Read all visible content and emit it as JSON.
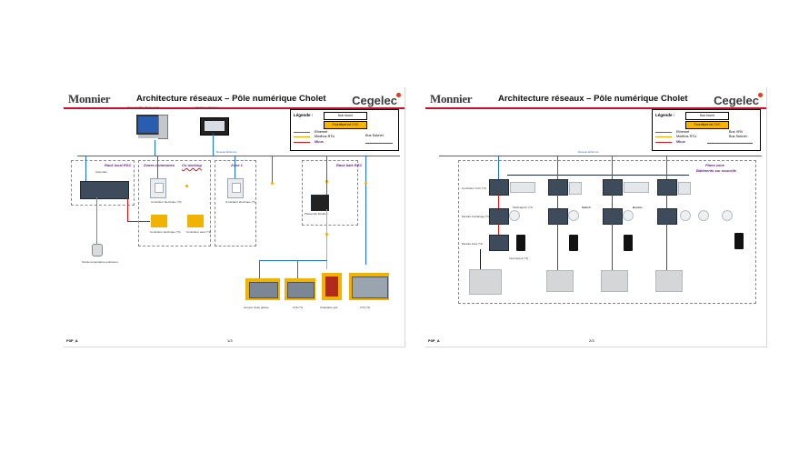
{
  "slides": [
    {
      "logo_left": "Monnier",
      "logo_right": "Cegelec",
      "title": "Architecture réseaux – Pôle numérique Cholet",
      "legend": {
        "title": "Légende :",
        "item_network": "Non fourni",
        "item_vrv": "Fourniture lot CVC",
        "ethernet": "Ethernet",
        "modbus": "Modbus RTU",
        "bus_subnet": "Bus Subnet",
        "mbus": "Mbus"
      },
      "labels": {
        "pc": "Serveur GTC / Poste local",
        "hmi": "Interface utilisateur",
        "ethernet_bus": "Réseau Ethernet",
        "rack": "Automate",
        "zone_bus": "Rack local RSC",
        "zone_common": "Zones communes",
        "zone_cowork": "Co working",
        "zone_1": "Zone 1",
        "ctl_a": "Contrôleur électrique (*4)",
        "ctl_b": "Contrôleur électrique (*1)",
        "ctl_c": "Contrôleur électrique (*4)",
        "ctl_d": "Contrôleur eaux (*4)",
        "rack_rsc": "Rack baie RSC",
        "bms": "Passerelle Modbus",
        "sensor": "Sonde température extérieure",
        "eq_1": "Groupe d'eau glacée",
        "eq_2": "CTA (*1)",
        "eq_3": "Chaudière gaz",
        "eq_4": "CTA (*1)"
      },
      "footer_left": "P3P_A",
      "footer_page": "1/3"
    },
    {
      "logo_left": "Monnier",
      "logo_right": "Cegelec",
      "title": "Architecture réseaux – Pôle numérique Cholet",
      "legend": {
        "title": "Légende :",
        "item_network": "Non fourni",
        "item_vrv": "Fourniture lot CVC",
        "ethernet": "Ethernet",
        "modbus": "Modbus RTU",
        "bus_subnet": "Bus Subnet",
        "bus_vrv": "Bus VRV",
        "mbus": "Mbus"
      },
      "labels": {
        "ethernet_bus": "Réseau Ethernet",
        "zone_title": "Plans zone",
        "zone_sub": "Bâtiments sur nouvelle",
        "ctl_cvc": "Contrôleur CVC (*4)",
        "ctl_light": "Module d'éclairage (*4)",
        "ctl_zone": "Module store (*4)",
        "multi": "Multicapteur (*4)",
        "switch": "Switch",
        "dimmer": "Bouton",
        "iso": "Interrupteur (*4)"
      },
      "footer_left": "P3P_A",
      "footer_page": "2/3"
    }
  ],
  "colors": {
    "ethernet": "#1e6fd0",
    "modbus": "#f2a900",
    "bus_subnet": "#d21919",
    "mbus": "#c000c0",
    "bus_vrv": "#1c2b4a"
  }
}
